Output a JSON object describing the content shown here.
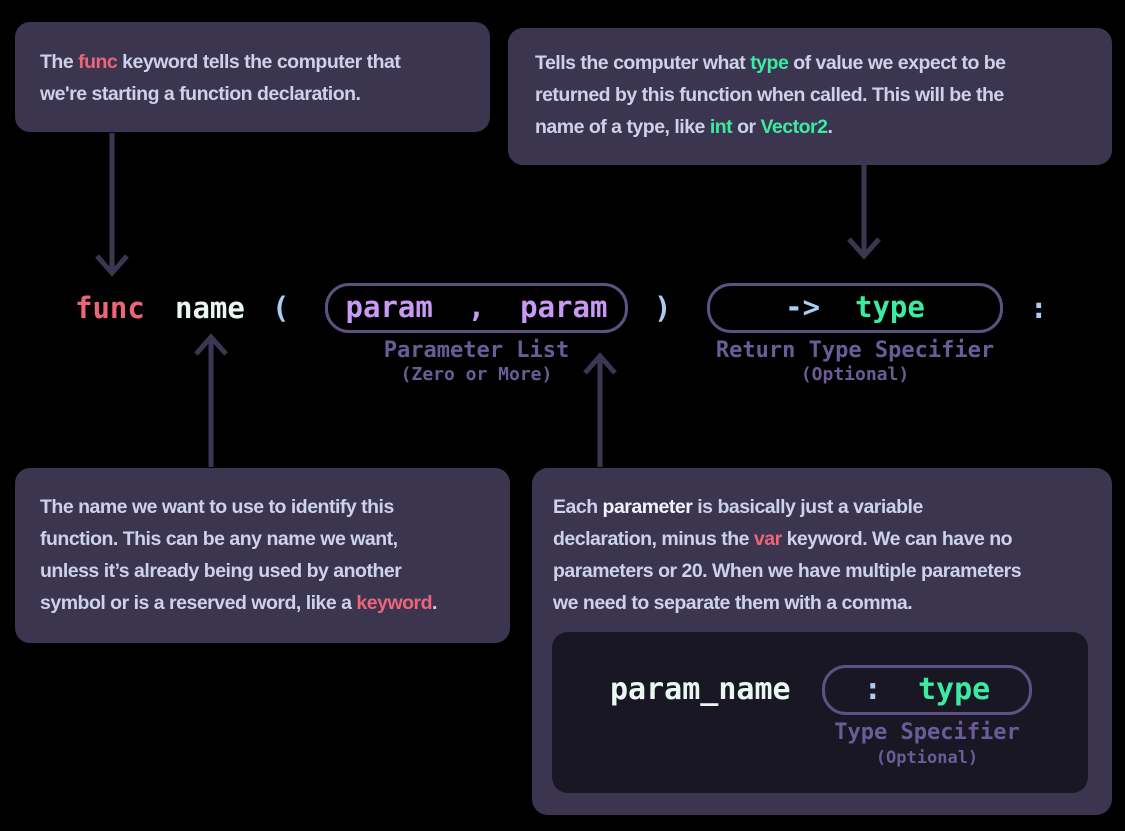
{
  "colors": {
    "background": "#000000",
    "callout_bg": "#3b3550",
    "callout_text": "#cdd1ea",
    "panel_bg": "#1a1724",
    "coral": "#ec6579",
    "green": "#3ceba1",
    "blue": "#aacdf5",
    "lilac": "#c89af3",
    "white_token": "#eaf6f0",
    "bright": "#f2f4ff",
    "box_outline": "#5e5182",
    "label_purple": "#6a5c97",
    "arrow": "#3c3653"
  },
  "callout_func": {
    "lines": [
      [
        {
          "t": "The "
        },
        {
          "t": "func",
          "c": "coral"
        },
        {
          "t": " keyword tells the computer that"
        }
      ],
      [
        {
          "t": "we're starting a function declaration."
        }
      ]
    ]
  },
  "callout_return": {
    "lines": [
      [
        {
          "t": "Tells the computer what "
        },
        {
          "t": "type",
          "c": "green"
        },
        {
          "t": " of value we expect to be"
        }
      ],
      [
        {
          "t": "returned by this function when called. This will be the"
        }
      ],
      [
        {
          "t": "name of a type, like "
        },
        {
          "t": "int",
          "c": "green"
        },
        {
          "t": " or "
        },
        {
          "t": "Vector2",
          "c": "green"
        },
        {
          "t": "."
        }
      ]
    ]
  },
  "callout_name": {
    "lines": [
      [
        {
          "t": "The name we want to use to identify this"
        }
      ],
      [
        {
          "t": "function. This can be any name we want,"
        }
      ],
      [
        {
          "t": "unless it’s already being used by another"
        }
      ],
      [
        {
          "t": "symbol or is a reserved word, like a "
        },
        {
          "t": "keyword",
          "c": "coral"
        },
        {
          "t": "."
        }
      ]
    ]
  },
  "callout_params": {
    "lines": [
      [
        {
          "t": "Each "
        },
        {
          "t": "parameter",
          "c": "bright",
          "b": true
        },
        {
          "t": " is basically just a variable"
        }
      ],
      [
        {
          "t": "declaration, minus the "
        },
        {
          "t": "var",
          "c": "coral"
        },
        {
          "t": " keyword. We can have no"
        }
      ],
      [
        {
          "t": "parameters or 20. When we have multiple parameters"
        }
      ],
      [
        {
          "t": "we need to separate them with a comma."
        }
      ]
    ]
  },
  "code_line": {
    "func_keyword": "func",
    "name_token": "name",
    "open_paren": "(",
    "close_paren": ")",
    "colon": ":",
    "param_box_segments": [
      {
        "t": "param  ,  param",
        "c": "lilac"
      }
    ],
    "param_box_label": "Parameter List",
    "param_box_sublabel": "(Zero or More)",
    "return_box_segments": [
      {
        "t": "->  ",
        "c": "blue"
      },
      {
        "t": "type",
        "c": "green"
      }
    ],
    "return_box_label": "Return Type Specifier",
    "return_box_sublabel": "(Optional)"
  },
  "param_panel": {
    "param_name_token": "param_name",
    "type_box_segments": [
      {
        "t": ":  ",
        "c": "blue"
      },
      {
        "t": "type",
        "c": "green"
      }
    ],
    "type_box_label": "Type Specifier",
    "type_box_sublabel": "(Optional)"
  }
}
